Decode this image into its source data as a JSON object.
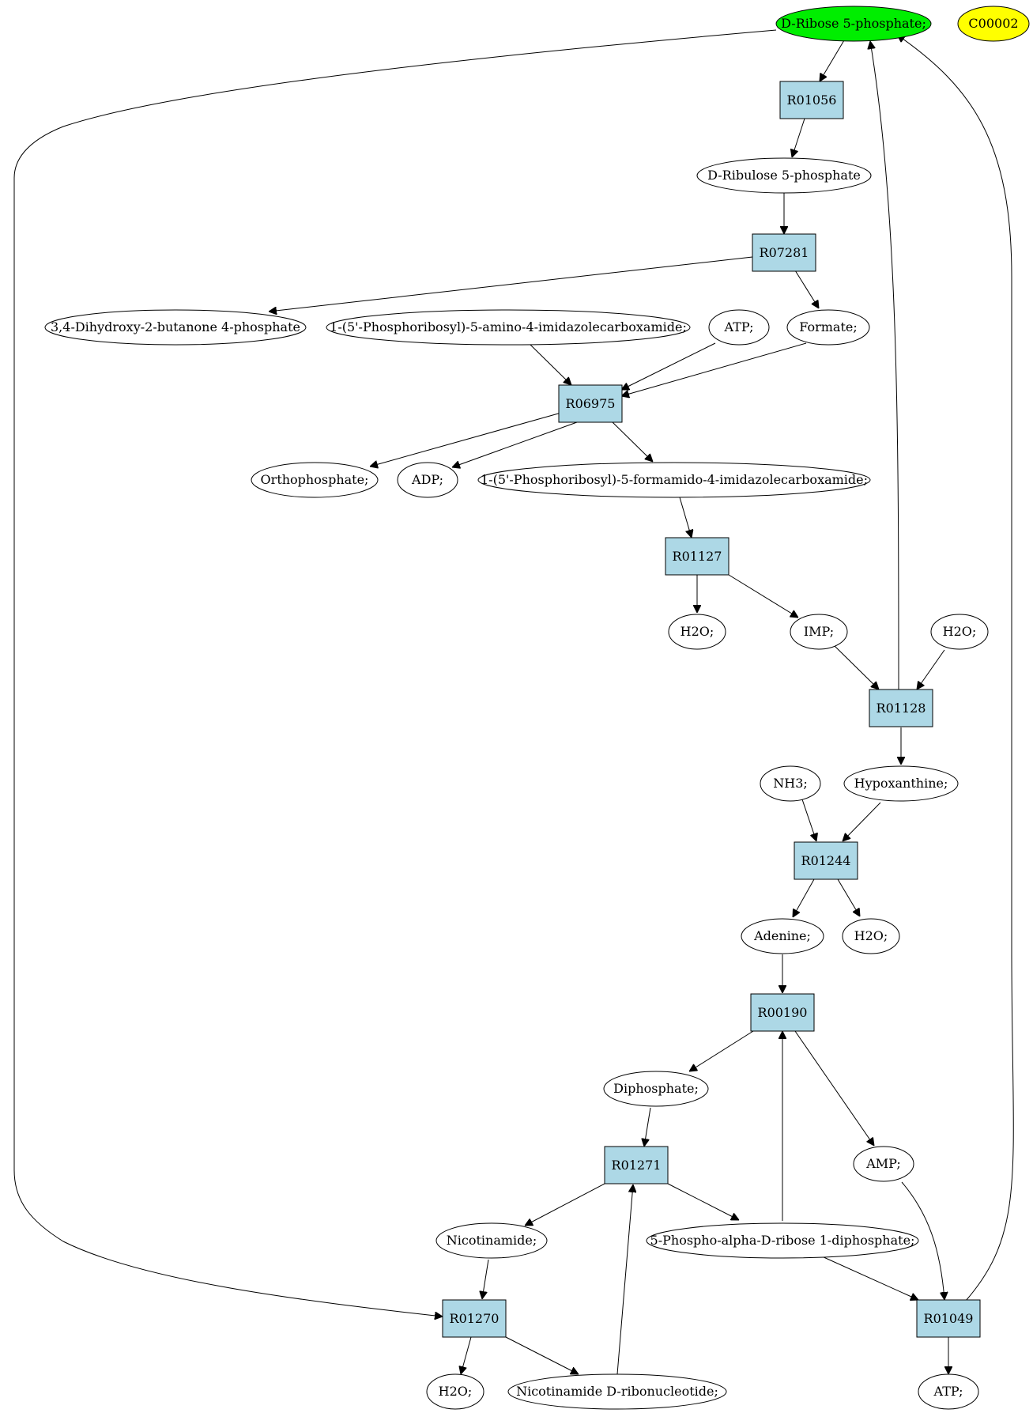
{
  "colors": {
    "reaction_fill": "#add8e6",
    "source_fill": "#00ee00",
    "highlight_fill": "#ffff00",
    "compound_fill": "#ffffff"
  },
  "nodes": {
    "d_ribose_5p": "D-Ribose 5-phosphate;",
    "c00002": "C00002",
    "r01056": "R01056",
    "d_ribulose_5p": "D-Ribulose 5-phosphate",
    "r07281": "R07281",
    "dihydroxy_butanone": "3,4-Dihydroxy-2-butanone 4-phosphate",
    "aicar": "1-(5'-Phosphoribosyl)-5-amino-4-imidazolecarboxamide;",
    "atp_1": "ATP;",
    "formate": "Formate;",
    "r06975": "R06975",
    "orthophosphate": "Orthophosphate;",
    "adp": "ADP;",
    "faicar": "1-(5'-Phosphoribosyl)-5-formamido-4-imidazolecarboxamide;",
    "r01127": "R01127",
    "h2o_1": "H2O;",
    "imp": "IMP;",
    "h2o_2": "H2O;",
    "r01128": "R01128",
    "nh3": "NH3;",
    "hypoxanthine": "Hypoxanthine;",
    "r01244": "R01244",
    "adenine": "Adenine;",
    "h2o_3": "H2O;",
    "r00190": "R00190",
    "diphosphate": "Diphosphate;",
    "amp": "AMP;",
    "r01271": "R01271",
    "nicotinamide": "Nicotinamide;",
    "prpp": "5-Phospho-alpha-D-ribose 1-diphosphate;",
    "r01270": "R01270",
    "r01049": "R01049",
    "h2o_4": "H2O;",
    "nmn": "Nicotinamide D-ribonucleotide;",
    "atp_2": "ATP;"
  }
}
